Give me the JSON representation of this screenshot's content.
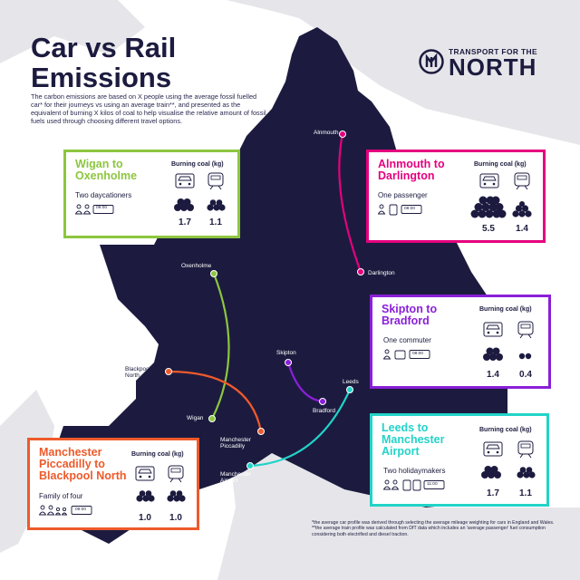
{
  "page": {
    "title_line1": "Car vs Rail",
    "title_line2": "Emissions",
    "intro": "The carbon emissions are based on X people using the average fossil fuelled car* for their journeys vs using an average train**, and presented as the equivalent of burning X kilos of coal to help visualise the relative amount of fossil fuels used through choosing different travel options."
  },
  "logo": {
    "top": "TRANSPORT FOR THE",
    "main": "NORTH"
  },
  "colors": {
    "navy": "#1c1b3f",
    "land": "#e6e6ea",
    "wigan_oxenholme": "#8dc63f",
    "alnmouth_darlington": "#e5007e",
    "skipton_bradford": "#8a1fd8",
    "leeds_airport": "#22d3c8",
    "manchester_blackpool": "#ee5a2b"
  },
  "places": {
    "alnmouth": "Alnmouth",
    "darlington": "Darlington",
    "oxenholme": "Oxenholme",
    "skipton": "Skipton",
    "bradford": "Bradford",
    "leeds": "Leeds",
    "blackpool": "Blackpool\nNorth",
    "wigan": "Wigan",
    "manchester_piccadilly": "Manchester\nPiccadilly",
    "manchester_airport": "Manchester\nAirport"
  },
  "icons": {
    "person": "person-icon",
    "luggage": "suitcase-icon",
    "ticket": "ticket-icon",
    "car": "car-icon",
    "train": "train-icon",
    "coal": "coal-icon"
  },
  "cards": {
    "wigan": {
      "route": "Wigan to\nOxenholme",
      "coal_header": "Burning coal (kg)",
      "passengers": "Two daycationers",
      "ticket": "09:00",
      "car_kg": "1.7",
      "train_kg": "1.1"
    },
    "alnmouth": {
      "route": "Alnmouth to\nDarlington",
      "coal_header": "Burning coal (kg)",
      "passengers": "One passenger",
      "ticket": "08:00",
      "car_kg": "5.5",
      "train_kg": "1.4"
    },
    "skipton": {
      "route": "Skipton to\nBradford",
      "coal_header": "Burning coal (kg)",
      "passengers": "One commuter",
      "ticket": "08:00",
      "car_kg": "1.4",
      "train_kg": "0.4"
    },
    "leeds": {
      "route": "Leeds to\nManchester\nAirport",
      "coal_header": "Burning coal (kg)",
      "passengers": "Two holidaymakers",
      "ticket": "11:00",
      "car_kg": "1.7",
      "train_kg": "1.1"
    },
    "manchester": {
      "route": "Manchester\nPiccadilly to\nBlackpool North",
      "coal_header": "Burning coal (kg)",
      "passengers": "Family of four",
      "ticket": "09:00",
      "car_kg": "1.0",
      "train_kg": "1.0"
    }
  },
  "footnotes": {
    "car": "*the average car profile was derived through selecting the average mileage weighting for cars in England and Wales.",
    "train": "**the average train profile was calculated from DfT data which includes an 'average passenger' fuel consumption considering both electrified and diesel traction."
  }
}
